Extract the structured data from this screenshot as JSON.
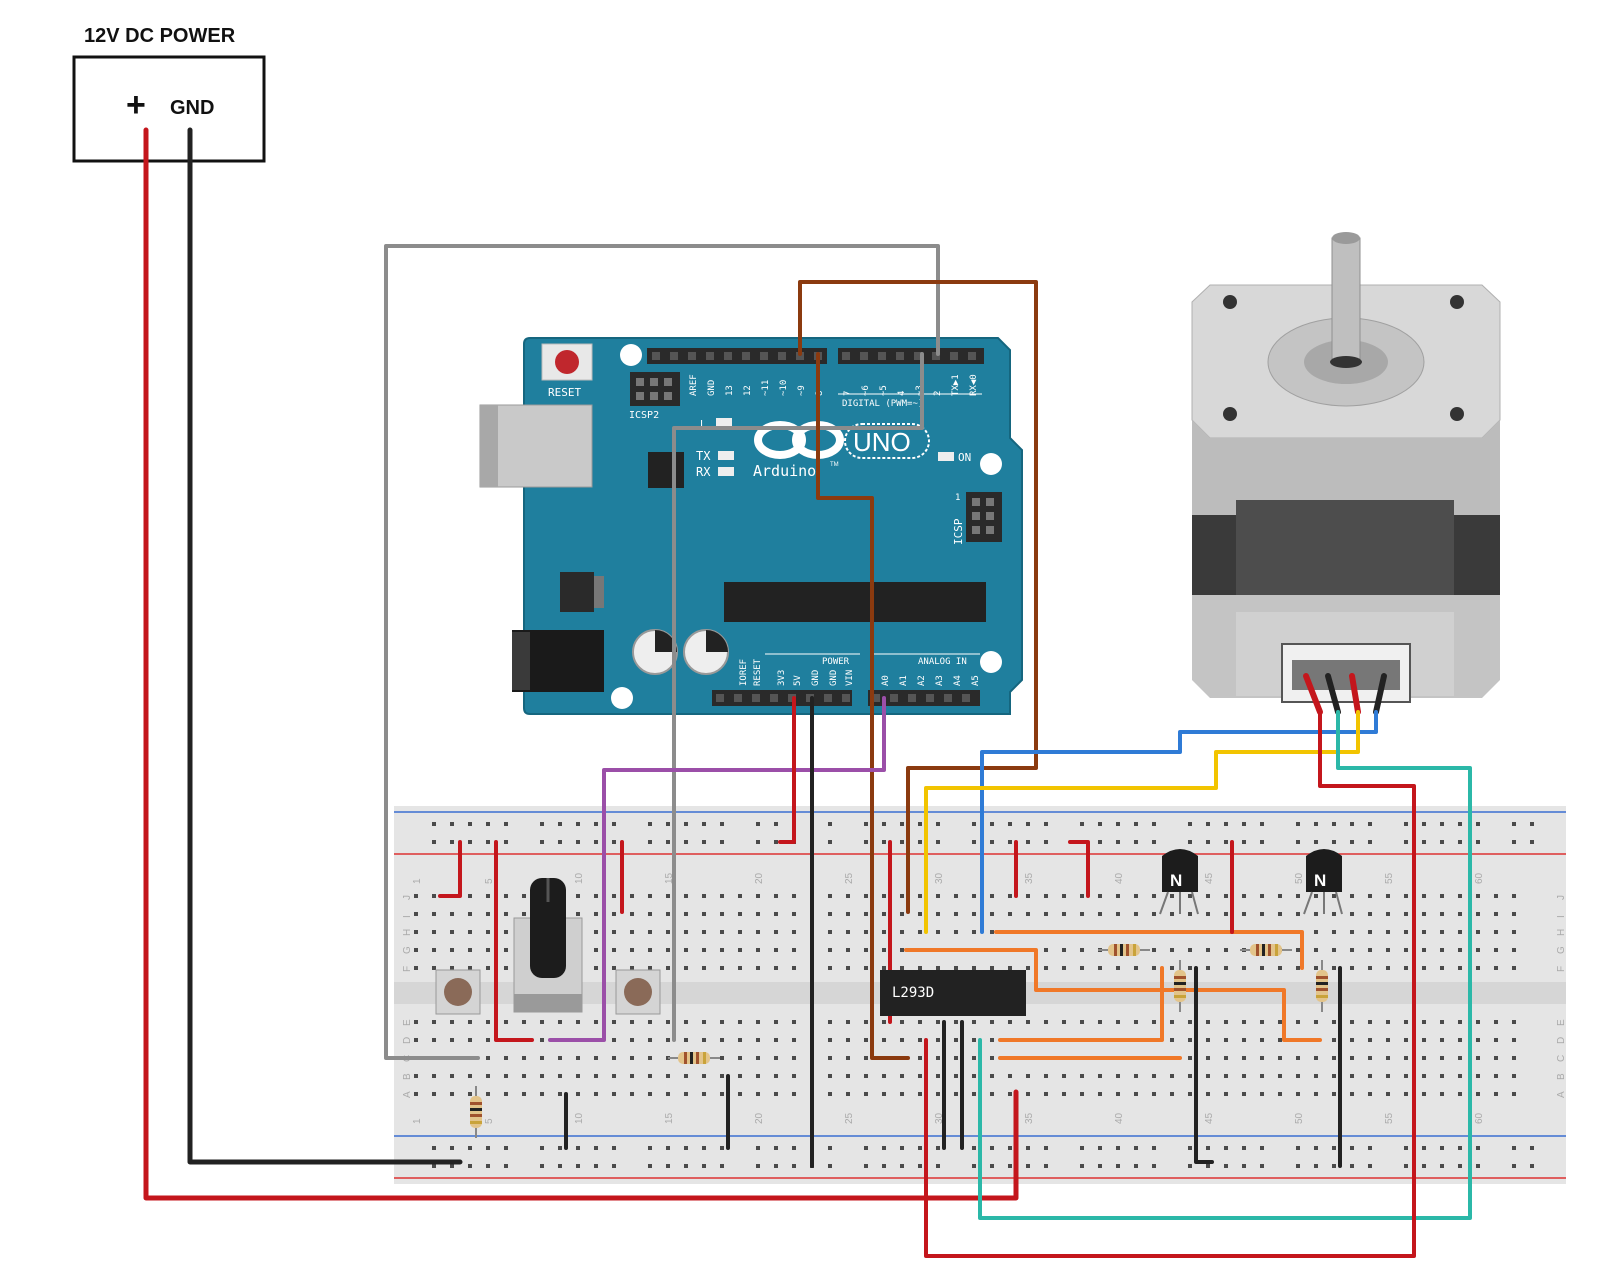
{
  "power": {
    "title": "12V DC POWER",
    "plus": "+",
    "gnd": "GND"
  },
  "arduino": {
    "reset": "RESET",
    "icsp2": "ICSP2",
    "icsp": "ICSP",
    "icsp_pin1": "1",
    "tx": "TX",
    "rx": "RX",
    "on": "ON",
    "l": "L",
    "uno": "UNO",
    "brand": "Arduino",
    "tm": "TM",
    "digital": "DIGITAL (PWM=~)",
    "power_label": "POWER",
    "analog_label": "ANALOG IN",
    "top_pins": [
      "AREF",
      "GND",
      "13",
      "12",
      "~11",
      "~10",
      "~9",
      "8",
      "7",
      "~6",
      "~5",
      "4",
      "~3",
      "2",
      "TX▶1",
      "RX◀0"
    ],
    "bottom_pins": [
      "IOREF",
      "RESET",
      "3V3",
      "5V",
      "GND",
      "GND",
      "VIN",
      "A0",
      "A1",
      "A2",
      "A3",
      "A4",
      "A5"
    ]
  },
  "breadboard": {
    "col_numbers": [
      "1",
      "5",
      "10",
      "15",
      "20",
      "25",
      "30",
      "35",
      "40",
      "45",
      "50",
      "55",
      "60"
    ],
    "row_letters_top": [
      "J",
      "I",
      "H",
      "G",
      "F"
    ],
    "row_letters_bottom": [
      "E",
      "D",
      "C",
      "B",
      "A"
    ]
  },
  "ic": {
    "label": "L293D"
  },
  "transistor": {
    "label": "N"
  },
  "colors": {
    "wire_red": "#c4161c",
    "wire_black": "#222222",
    "wire_gray": "#8c8c8c",
    "wire_brown": "#8b3a0f",
    "wire_purple": "#9b4fa8",
    "wire_orange": "#f07828",
    "wire_yellow": "#f2c400",
    "wire_blue": "#2f7bd6",
    "wire_teal": "#2bb8a8",
    "arduino_board": "#1f7f9e",
    "breadboard": "#e6e6e6"
  }
}
